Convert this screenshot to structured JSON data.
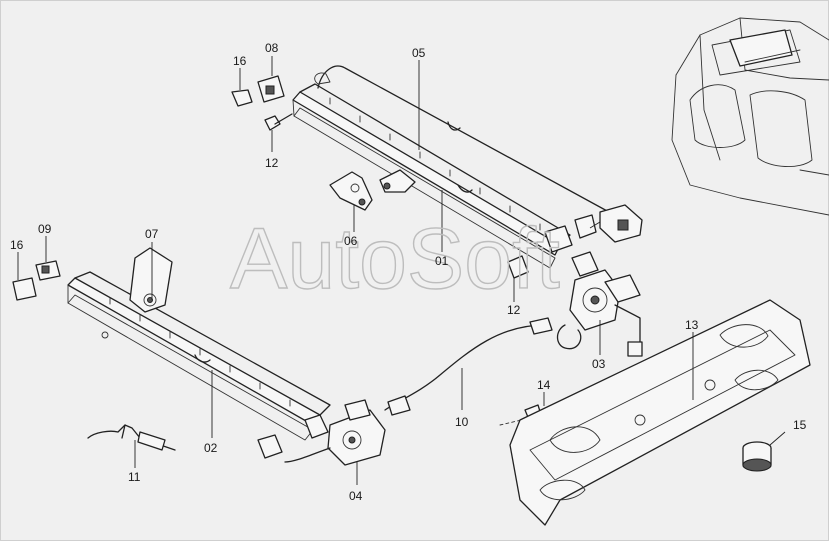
{
  "watermark": "AutoSoft",
  "labels": {
    "p01": "01",
    "p02": "02",
    "p03": "03",
    "p04": "04",
    "p05": "05",
    "p06": "06",
    "p07": "07",
    "p08": "08",
    "p09": "09",
    "p10": "10",
    "p11": "11",
    "p12a": "12",
    "p12b": "12",
    "p13": "13",
    "p14": "14",
    "p15": "15",
    "p16a": "16",
    "p16b": "16"
  }
}
